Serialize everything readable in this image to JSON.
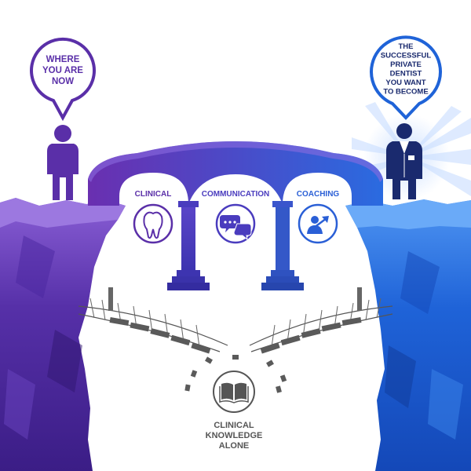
{
  "bubbles": {
    "left": "WHERE|YOU ARE|NOW",
    "right": "THE|SUCCESSFUL|PRIVATE|DENTIST|YOU WANT|TO BECOME"
  },
  "pillars": {
    "clinical": "CLINICAL",
    "communication": "COMMUNICATION",
    "coaching": "COACHING"
  },
  "bottom_label": "CLINICAL|KNOWLEDGE|ALONE",
  "icons": {
    "tooth": "tooth-icon",
    "chat": "chat-bubbles-icon",
    "coach": "person-growth-arrow-icon",
    "book": "open-book-icon",
    "person": "person-icon",
    "dentist": "dentist-coat-icon"
  },
  "colors": {
    "purple": "#5b2fa0",
    "violet": "#6a3fc9",
    "blue": "#1f63d8",
    "gray": "#6b6b6b"
  }
}
